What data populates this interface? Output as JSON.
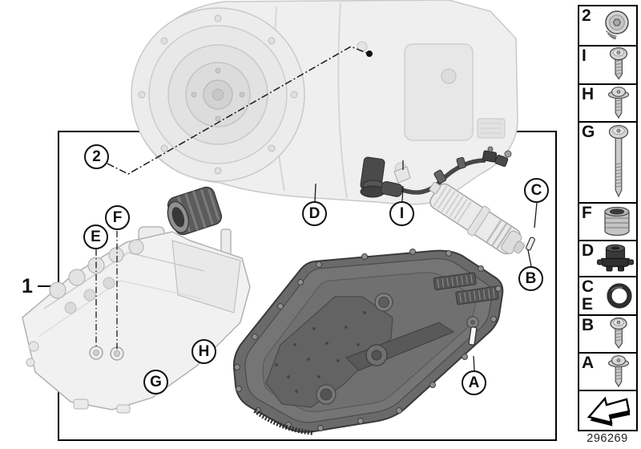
{
  "drawing_number": "296269",
  "group": {
    "label": "1"
  },
  "callouts": [
    {
      "label": "2"
    },
    {
      "label": "F"
    },
    {
      "label": "E"
    },
    {
      "label": "D"
    },
    {
      "label": "I"
    },
    {
      "label": "C"
    },
    {
      "label": "B"
    },
    {
      "label": "H"
    },
    {
      "label": "G"
    },
    {
      "label": "A"
    }
  ],
  "legend": {
    "items": [
      {
        "label": "2",
        "icon": "screw-plug-icon"
      },
      {
        "label": "I",
        "icon": "torx-screw-icon"
      },
      {
        "label": "H",
        "icon": "flange-torx-screw-icon"
      },
      {
        "label": "G",
        "icon": "long-torx-screw-icon"
      },
      {
        "label": "F",
        "icon": "sleeve-icon"
      },
      {
        "label": "D",
        "icon": "adapter-sleeve-icon"
      },
      {
        "label": "C",
        "label2": "E",
        "icon": "o-ring-icon"
      },
      {
        "label": "B",
        "icon": "torx-screw-icon"
      },
      {
        "label": "A",
        "icon": "flange-torx-screw-icon"
      },
      {
        "icon": "installation-direction-arrow-icon"
      }
    ]
  }
}
